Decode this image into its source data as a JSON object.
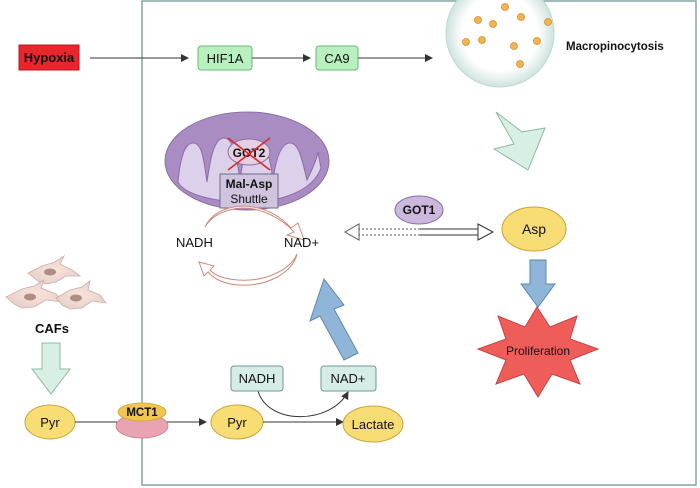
{
  "labels": {
    "hypoxia": "Hypoxia",
    "hif1a": "HIF1A",
    "ca9": "CA9",
    "macropinocytosis": "Macropinocytosis",
    "got2": "GOT2",
    "mal_asp": "Mal-Asp",
    "shuttle": "Shuttle",
    "nadh_cycle": "NADH",
    "nad_cycle": "NAD+",
    "got1": "GOT1",
    "asp": "Asp",
    "proliferation": "Proliferation",
    "cafs": "CAFs",
    "pyr_outside": "Pyr",
    "mct1": "MCT1",
    "pyr_inside": "Pyr",
    "nadh_box": "NADH",
    "nad_box": "NAD+",
    "lactate": "Lactate"
  },
  "colors": {
    "hypoxia_fill": "#e8262b",
    "green_box_fill": "#b8f0c0",
    "teal_box_fill": "#d6ece6",
    "yellow_node_fill": "#f8dc74",
    "purple_fill": "#a98cc2",
    "mct1_fill": "#e9a3b2",
    "star_fill": "#ee5d5a",
    "blue_arrow_fill": "#8fb6d8",
    "green_arrow_fill": "#d8efe4",
    "cell_border": "#6f9793",
    "particle_fill": "#f1b451"
  }
}
